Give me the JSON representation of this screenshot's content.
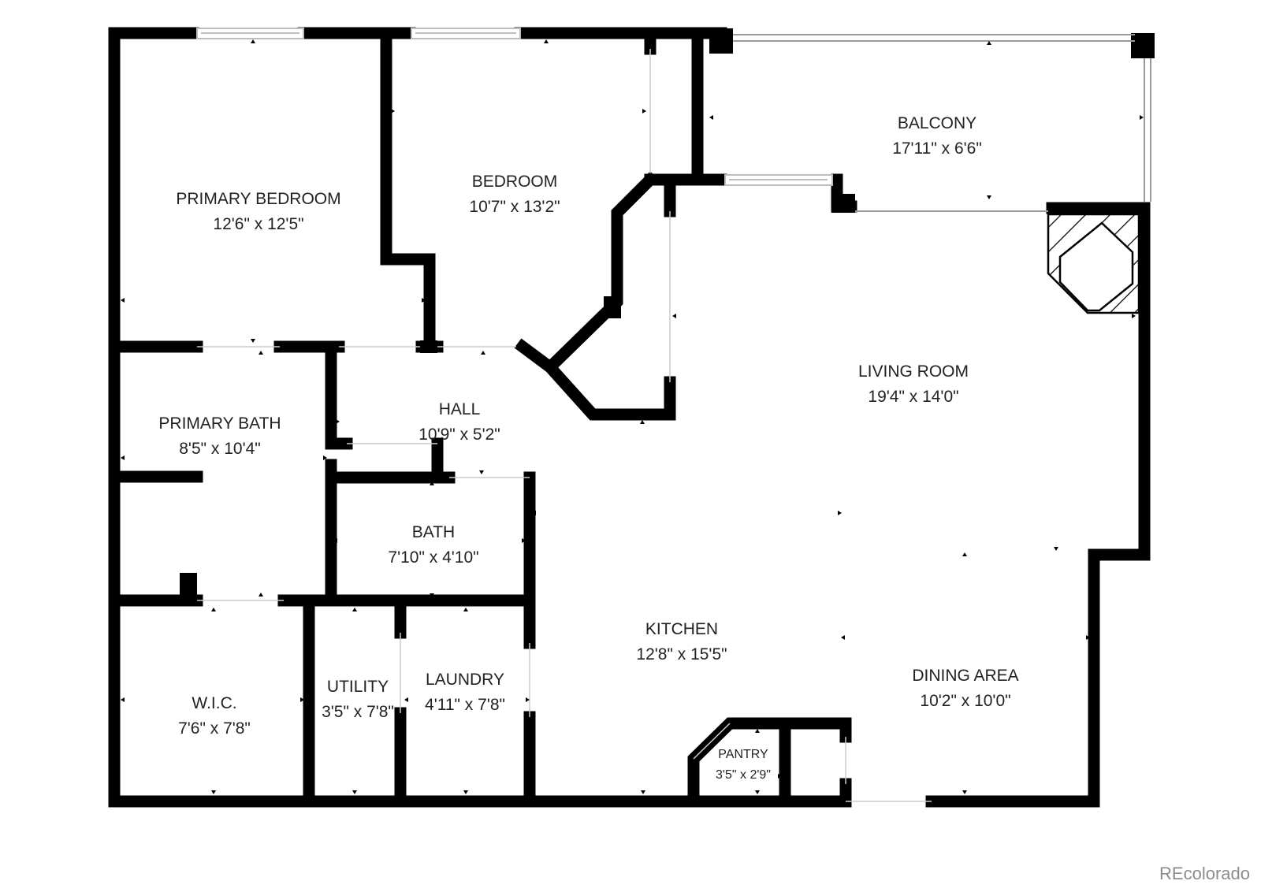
{
  "colors": {
    "wall": "#000000",
    "window": "#cfcfcf",
    "text": "#222222",
    "watermark": "#8c8c8c"
  },
  "rooms": {
    "primary_bedroom": {
      "name": "PRIMARY BEDROOM",
      "dims": "12'6\" x 12'5\""
    },
    "bedroom": {
      "name": "BEDROOM",
      "dims": "10'7\" x 13'2\""
    },
    "balcony": {
      "name": "BALCONY",
      "dims": "17'11\" x 6'6\""
    },
    "living_room": {
      "name": "LIVING ROOM",
      "dims": "19'4\" x 14'0\""
    },
    "hall": {
      "name": "HALL",
      "dims": "10'9\" x 5'2\""
    },
    "primary_bath": {
      "name": "PRIMARY BATH",
      "dims": "8'5\" x 10'4\""
    },
    "bath": {
      "name": "BATH",
      "dims": "7'10\" x 4'10\""
    },
    "kitchen": {
      "name": "KITCHEN",
      "dims": "12'8\" x 15'5\""
    },
    "dining_area": {
      "name": "DINING AREA",
      "dims": "10'2\" x 10'0\""
    },
    "wic": {
      "name": "W.I.C.",
      "dims": "7'6\" x 7'8\""
    },
    "utility": {
      "name": "UTILITY",
      "dims": "3'5\" x 7'8\""
    },
    "laundry": {
      "name": "LAUNDRY",
      "dims": "4'11\" x 7'8\""
    },
    "pantry": {
      "name": "PANTRY",
      "dims": "3'5\" x 2'9\""
    }
  },
  "watermark": "REcolorado"
}
